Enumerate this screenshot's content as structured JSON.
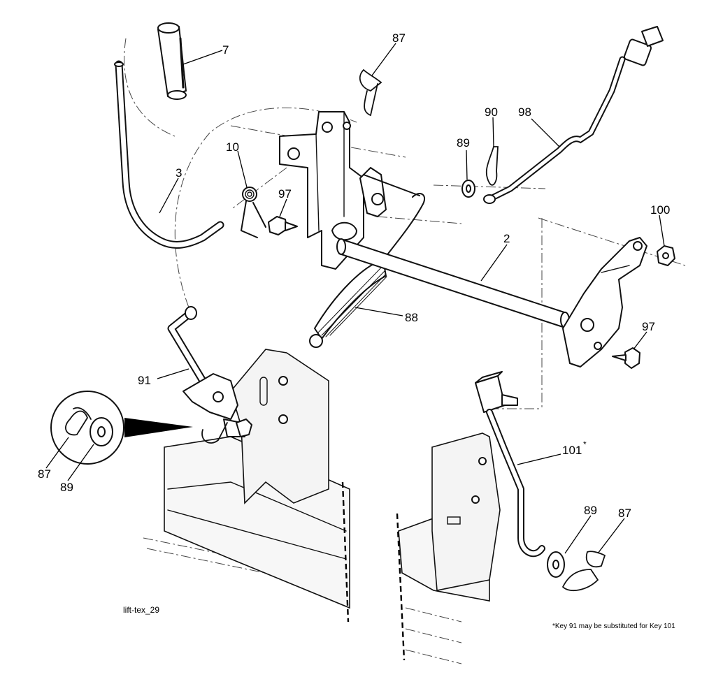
{
  "labels": {
    "grip_7": "7",
    "lever_3": "3",
    "spring_10": "10",
    "bolt_97_top": "97",
    "pin_87_top": "87",
    "pin_90": "90",
    "washer_89_top": "89",
    "rod_98": "98",
    "shaft_2": "2",
    "nut_100": "100",
    "spring_88": "88",
    "bolt_97_right": "97",
    "link_91": "91",
    "pin_87_detail": "87",
    "washer_89_detail": "89",
    "link_101": "101",
    "link_101_asterisk": "*",
    "washer_89_bottom": "89",
    "pin_87_bottom": "87"
  },
  "caption": "lift-tex_29",
  "footnote": "*Key 91 may be substituted for Key 101"
}
